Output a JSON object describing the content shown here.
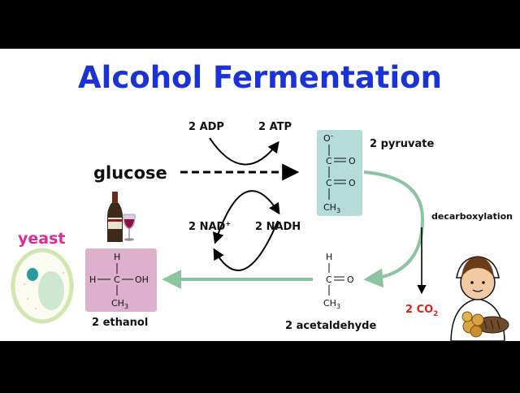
{
  "title": "Alcohol Fermentation",
  "labels": {
    "glucose": "glucose",
    "adp": "2 ADP",
    "atp": "2 ATP",
    "nad": "2 NAD",
    "nad_sup": "+",
    "nadh": "2 NADH",
    "pyruvate": "2 pyruvate",
    "decarboxylation": "decarboxylation",
    "co2_main": "2 CO",
    "co2_sub": "2",
    "acetaldehyde": "2 acetaldehyde",
    "ethanol": "2 ethanol",
    "yeast": "yeast"
  },
  "pyruvate_structure": {
    "o_minus": "O",
    "minus": "–",
    "c1": "C",
    "o1": "O",
    "c2": "C",
    "o2": "O",
    "ch": "CH",
    "ch_sub": "3"
  },
  "acetaldehyde_structure": {
    "h": "H",
    "c": "C",
    "o": "O",
    "ch": "CH",
    "ch_sub": "3"
  },
  "ethanol_structure": {
    "h_top": "H",
    "h_left": "H",
    "c": "C",
    "oh": "OH",
    "ch": "CH",
    "ch_sub": "3"
  },
  "colors": {
    "title": "#1b33d6",
    "yeast_label": "#e0289a",
    "co2": "#e3201c",
    "green_arrow": "#8dc4a0",
    "pyruvate_box": "#b5dcd8",
    "ethanol_box": "#ddb0cc"
  }
}
